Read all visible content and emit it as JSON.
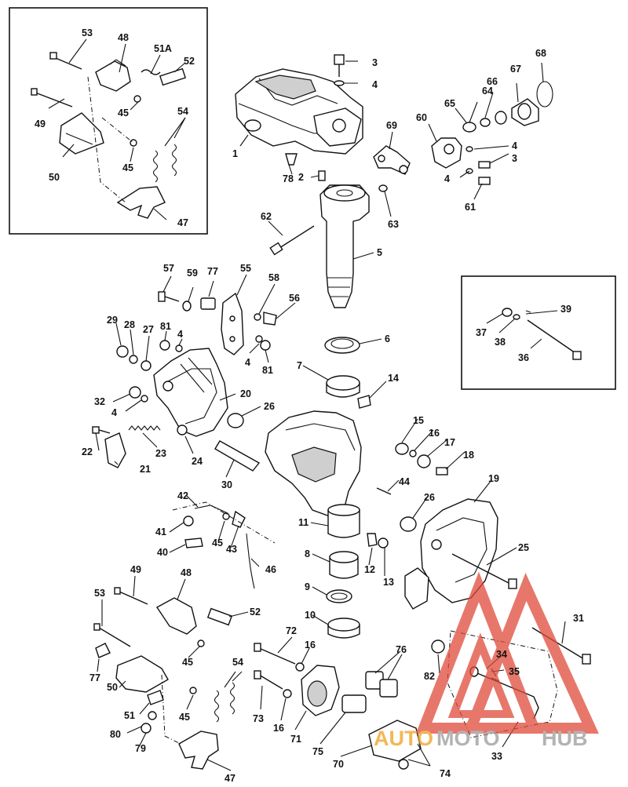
{
  "labels": [
    "53",
    "48",
    "51A",
    "52",
    "49",
    "45",
    "54",
    "50",
    "45",
    "47",
    "1",
    "3",
    "4",
    "64",
    "66",
    "67",
    "68",
    "65",
    "60",
    "69",
    "78",
    "2",
    "62",
    "63",
    "4",
    "3",
    "4",
    "61",
    "5",
    "57",
    "59",
    "77",
    "55",
    "58",
    "56",
    "29",
    "28",
    "27",
    "81",
    "4",
    "4",
    "81",
    "6",
    "7",
    "14",
    "39",
    "37",
    "38",
    "36",
    "32",
    "4",
    "20",
    "26",
    "22",
    "23",
    "24",
    "21",
    "30",
    "15",
    "16",
    "17",
    "18",
    "44",
    "42",
    "41",
    "40",
    "45",
    "43",
    "11",
    "26",
    "19",
    "46",
    "8",
    "12",
    "13",
    "25",
    "9",
    "10",
    "49",
    "48",
    "53",
    "52",
    "45",
    "77",
    "72",
    "16",
    "76",
    "31",
    "82",
    "34",
    "35",
    "50",
    "51",
    "80",
    "79",
    "45",
    "54",
    "73",
    "16",
    "71",
    "75",
    "70",
    "74",
    "33",
    "47"
  ],
  "watermark": {
    "auto": "AUTO",
    "moto": "MOTO",
    "hub": "HUB"
  },
  "colors": {
    "ink": "#111111",
    "watermark_red": "#e04a3a",
    "watermark_orange": "#f0a020",
    "watermark_gray": "#9a9a9a"
  }
}
